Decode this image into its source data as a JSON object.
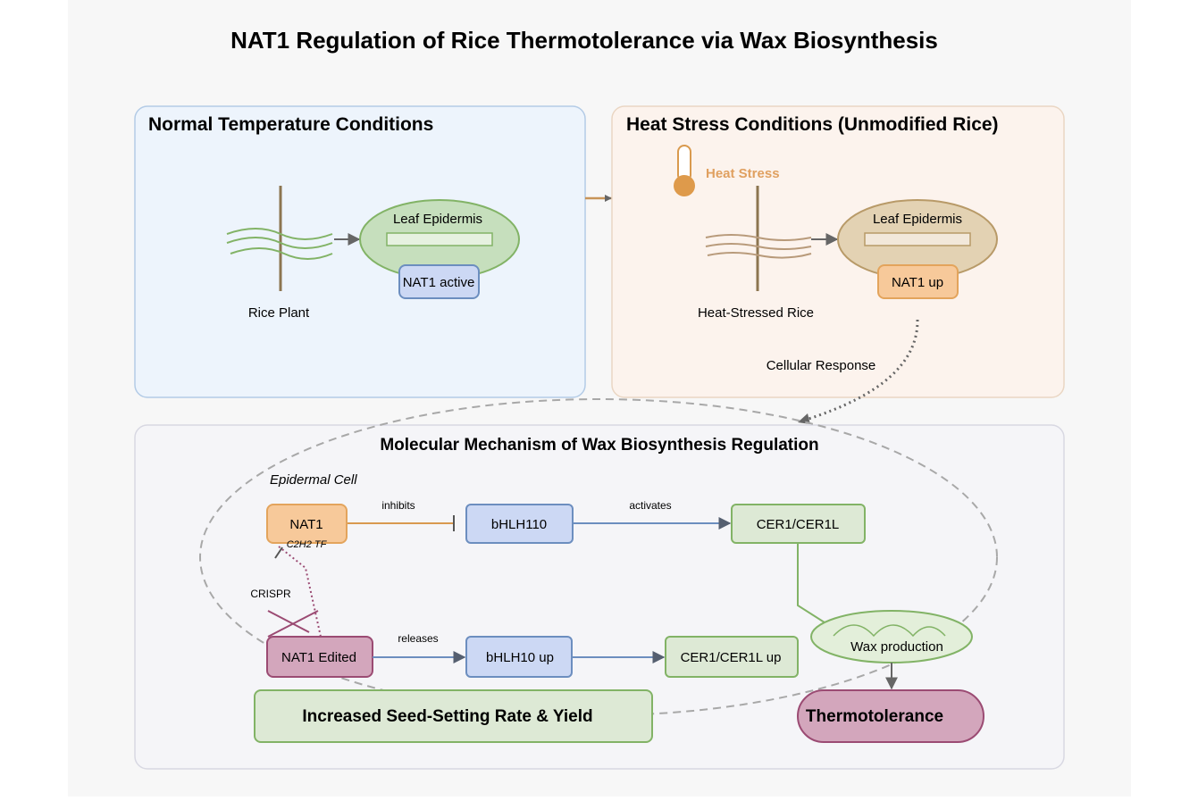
{
  "title": "NAT1 Regulation of Rice Thermotolerance via Wax Biosynthesis",
  "normal_panel": {
    "title": "Normal Temperature Conditions",
    "epidermis_label": "Leaf Epidermis",
    "nat1_label": "NAT1 active",
    "plant_label": "Rice Plant"
  },
  "heat_panel": {
    "title": "Heat Stress Conditions (Unmodified Rice)",
    "heat_label": "Heat Stress",
    "epidermis_label": "Leaf Epidermis",
    "nat1_label": "NAT1 up",
    "plant_label": "Heat-Stressed Rice",
    "response_label": "Cellular Response"
  },
  "mechanism_panel": {
    "title": "Molecular Mechanism of Wax Biosynthesis Regulation",
    "cell_label": "Epidermal Cell",
    "nat1": "NAT1",
    "nat1_sub": "C2H2 TF",
    "bhlh110": "bHLH110",
    "cer1": "CER1/CER1L",
    "inhibits": "inhibits",
    "activates": "activates",
    "crispr": "CRISPR",
    "nat1_edited": "NAT1 Edited",
    "releases": "releases",
    "bhlh10_up": "bHLH10 up",
    "cer1_up": "CER1/CER1L up",
    "wax": "Wax production",
    "seed": "Increased Seed-Setting Rate & Yield",
    "thermo": "Thermotolerance"
  },
  "colors": {
    "normal_bg": "#edf4fc",
    "heat_bg": "#fcf3ed",
    "mech_bg": "#f5f5f8",
    "green": "#82b366",
    "orange": "#d79b00",
    "blue": "#6c8ebf",
    "purple": "#9b4b73"
  }
}
